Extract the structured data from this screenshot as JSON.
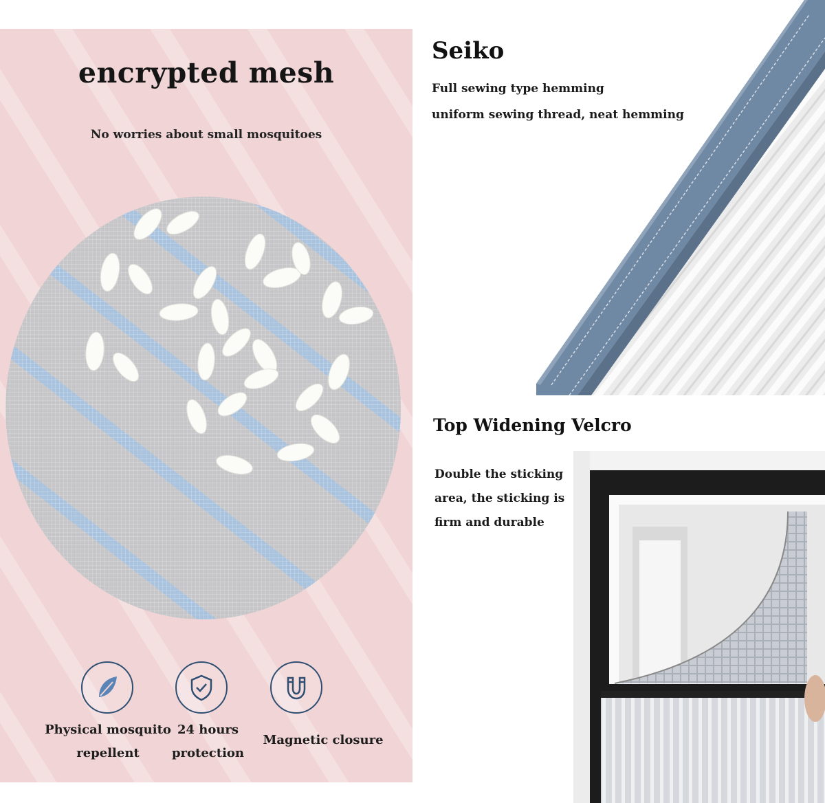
{
  "left_panel": {
    "title": "encrypted mesh",
    "subtitle": "No worries about small mosquitoes",
    "features": [
      {
        "icon": "leaf-icon",
        "line1": "Physical mosquito",
        "line2": "repellent"
      },
      {
        "icon": "shield-check-icon",
        "line1": "24 hours",
        "line2": "protection"
      },
      {
        "icon": "magnet-icon",
        "line1": "Magnetic closure",
        "line2": ""
      }
    ]
  },
  "right_top": {
    "title": "Seiko",
    "line1": "Full sewing type hemming",
    "line2": "uniform sewing thread, neat hemming"
  },
  "right_bottom": {
    "title": "Top Widening Velcro",
    "line1": "Double the sticking",
    "line2": "area, the sticking is",
    "line3": "firm and durable"
  },
  "colors": {
    "pink_background": "#f1d4d5",
    "mesh_blue": "#a9c3de",
    "icon_blue": "#2f4f72",
    "hem_blue": "#6f88a3"
  }
}
